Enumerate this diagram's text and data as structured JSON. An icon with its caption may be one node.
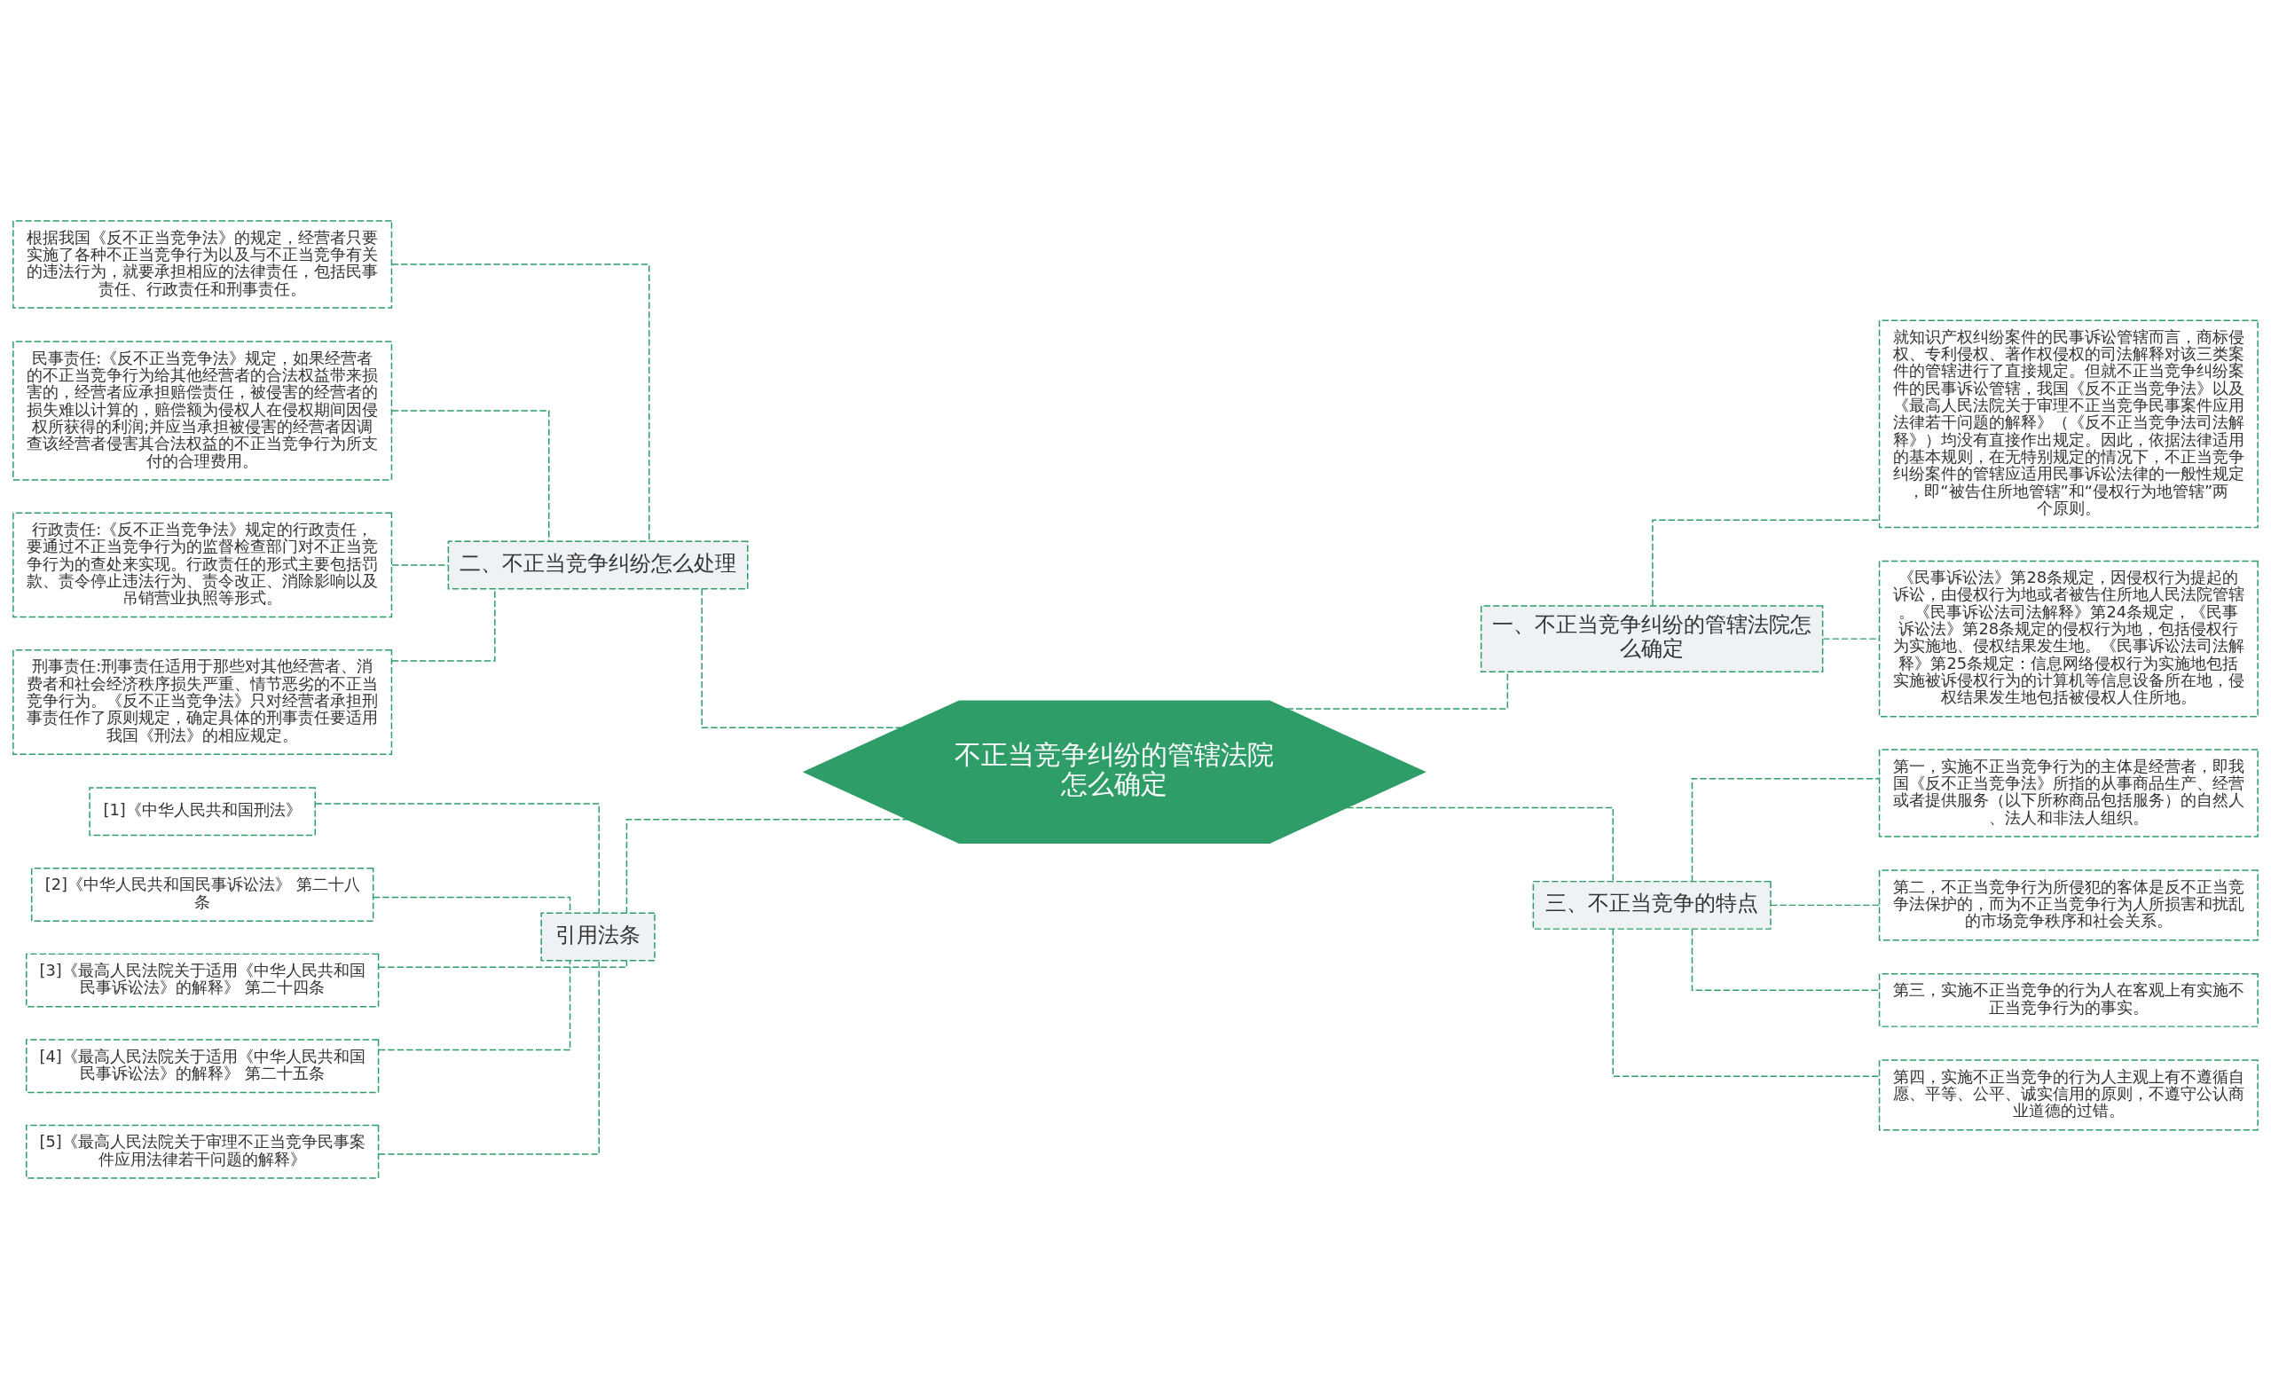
{
  "diagram": {
    "nodes": [
      {
        "text": [
          "不正当竞争纠纷的管辖法院怎么确定"
        ]
      },
      {
        "text": [
          "二、不正当竞争纠纷怎么处理"
        ]
      },
      {
        "text": [
          "根据我国《反不正当竞争法》的规定，经营者只要实施了各种不正当竞争行为以及与不正当竞争有关的违法行为，就要承担相应的法律责任，包括民事责任、行政责任和刑事责任。"
        ]
      },
      {
        "text": [
          "民事责任:《反不正当竞争法》规定，如果经营者的不正当竞争行为给其他经营者的合法权益带来损害的，经营者应承担赔偿责任，被侵害的经营者的损失难以计算的，赔偿额为侵权人在侵权期间因侵权所获得的利润;并应当承担被侵害的经营者因调查该经营者侵害其合法权益的不正当竞争行为所支付的合理费用。"
        ]
      },
      {
        "text": [
          "行政责任:《反不正当竞争法》规定的行政责任，要通过不正当竞争行为的监督检查部门对不正当竞争行为的查处来实现。行政责任的形式主要包括罚款、责令停止违法行为、责令改正、消除影响以及吊销营业执照等形式。"
        ]
      },
      {
        "text": [
          "刑事责任:刑事责任适用于那些对其他经营者、消费者和社会经济秩序损失严重、情节恶劣的不正当竞争行为。《反不正当竞争法》只对经营者承担刑事责任作了原则规定，确定具体的刑事责任要适用我国《刑法》的相应规定。"
        ]
      },
      {
        "text": [
          "引用法条"
        ]
      },
      {
        "text": [
          "[1]《中华人民共和国刑法》"
        ]
      },
      {
        "text": [
          "[2]《中华人民共和国民事诉讼法》 第二十八条"
        ]
      },
      {
        "text": [
          "[3]《最高人民法院关于适用《中华人民共和国民事诉讼法》的解释》 第二十四条"
        ]
      },
      {
        "text": [
          "[4]《最高人民法院关于适用《中华人民共和国民事诉讼法》的解释》 第二十五条"
        ]
      },
      {
        "text": [
          "[5]《最高人民法院关于审理不正当竞争民事案件应用法律若干问题的解释》"
        ]
      },
      {
        "text": [
          "一、不正当竞争纠纷的管辖法院怎么确定"
        ]
      },
      {
        "text": [
          "就知识产权纠纷案件的民事诉讼管辖而言，商标侵权、专利侵权、著作权侵权的司法解释对该三类案件的管辖进行了直接规定。但就不正当竞争纠纷案件的民事诉讼管辖，我国《反不正当竞争法》以及《最高人民法院关于审理不正当竞争民事案件应用法律若干问题的解释》（《反不正当竞争法司法解释》）均没有直接作出规定。因此，依据法律适用的基本规则，在无特别规定的情况下，不正当竞争纠纷案件的管辖应适用民事诉讼法律的一般性规定，即“被告住所地管辖”和“侵权行为地管辖”两个原则。"
        ]
      },
      {
        "text": [
          "《民事诉讼法》第28条规定，因侵权行为提起的诉讼，由侵权行为地或者被告住所地人民法院管辖。《民事诉讼法司法解释》第24条规定，《民事诉讼法》第28条规定的侵权行为地，包括侵权行为实施地、侵权结果发生地。《民事诉讼法司法解释》第25条规定：信息网络侵权行为实施地包括实施被诉侵权行为的计算机等信息设备所在地，侵权结果发生地包括被侵权人住所地。"
        ]
      },
      {
        "text": [
          "三、不正当竞争的特点"
        ]
      },
      {
        "text": [
          "第一，实施不正当竞争行为的主体是经营者，即我国《反不正当竞争法》所指的从事商品生产、经营或者提供服务（以下所称商品包括服务）的自然人、法人和非法人组织。"
        ]
      },
      {
        "text": [
          "第二，不正当竞争行为所侵犯的客体是反不正当竞争法保护的，而为不正当竞争行为人所损害和扰乱的市场竞争秩序和社会关系。"
        ]
      },
      {
        "text": [
          "第三，实施不正当竞争的行为人在客观上有实施不正当竞争行为的事实。"
        ]
      },
      {
        "text": [
          "第四，实施不正当竞争的行为人主观上有不遵循自愿、平等、公平、诚实信用的原则，不遵守公认商业道德的过错。"
        ]
      }
    ],
    "edges": [
      {
        "from": 1,
        "to": 0,
        "arrow": "none"
      },
      {
        "from": 2,
        "to": 1,
        "arrow": "none"
      },
      {
        "from": 3,
        "to": 1,
        "arrow": "none"
      },
      {
        "from": 4,
        "to": 1,
        "arrow": "none"
      },
      {
        "from": 5,
        "to": 1,
        "arrow": "none"
      },
      {
        "from": 6,
        "to": 0,
        "arrow": "none"
      },
      {
        "from": 7,
        "to": 6,
        "arrow": "none"
      },
      {
        "from": 8,
        "to": 6,
        "arrow": "none"
      },
      {
        "from": 9,
        "to": 6,
        "arrow": "none"
      },
      {
        "from": 10,
        "to": 6,
        "arrow": "none"
      },
      {
        "from": 11,
        "to": 6,
        "arrow": "none"
      },
      {
        "from": 0,
        "to": 12,
        "arrow": "none"
      },
      {
        "from": 12,
        "to": 13,
        "arrow": "none"
      },
      {
        "from": 12,
        "to": 14,
        "arrow": "none"
      },
      {
        "from": 0,
        "to": 15,
        "arrow": "none"
      },
      {
        "from": 15,
        "to": 16,
        "arrow": "none"
      },
      {
        "from": 15,
        "to": 17,
        "arrow": "none"
      },
      {
        "from": 15,
        "to": 18,
        "arrow": "none"
      },
      {
        "from": 15,
        "to": 19,
        "arrow": "none"
      }
    ]
  }
}
